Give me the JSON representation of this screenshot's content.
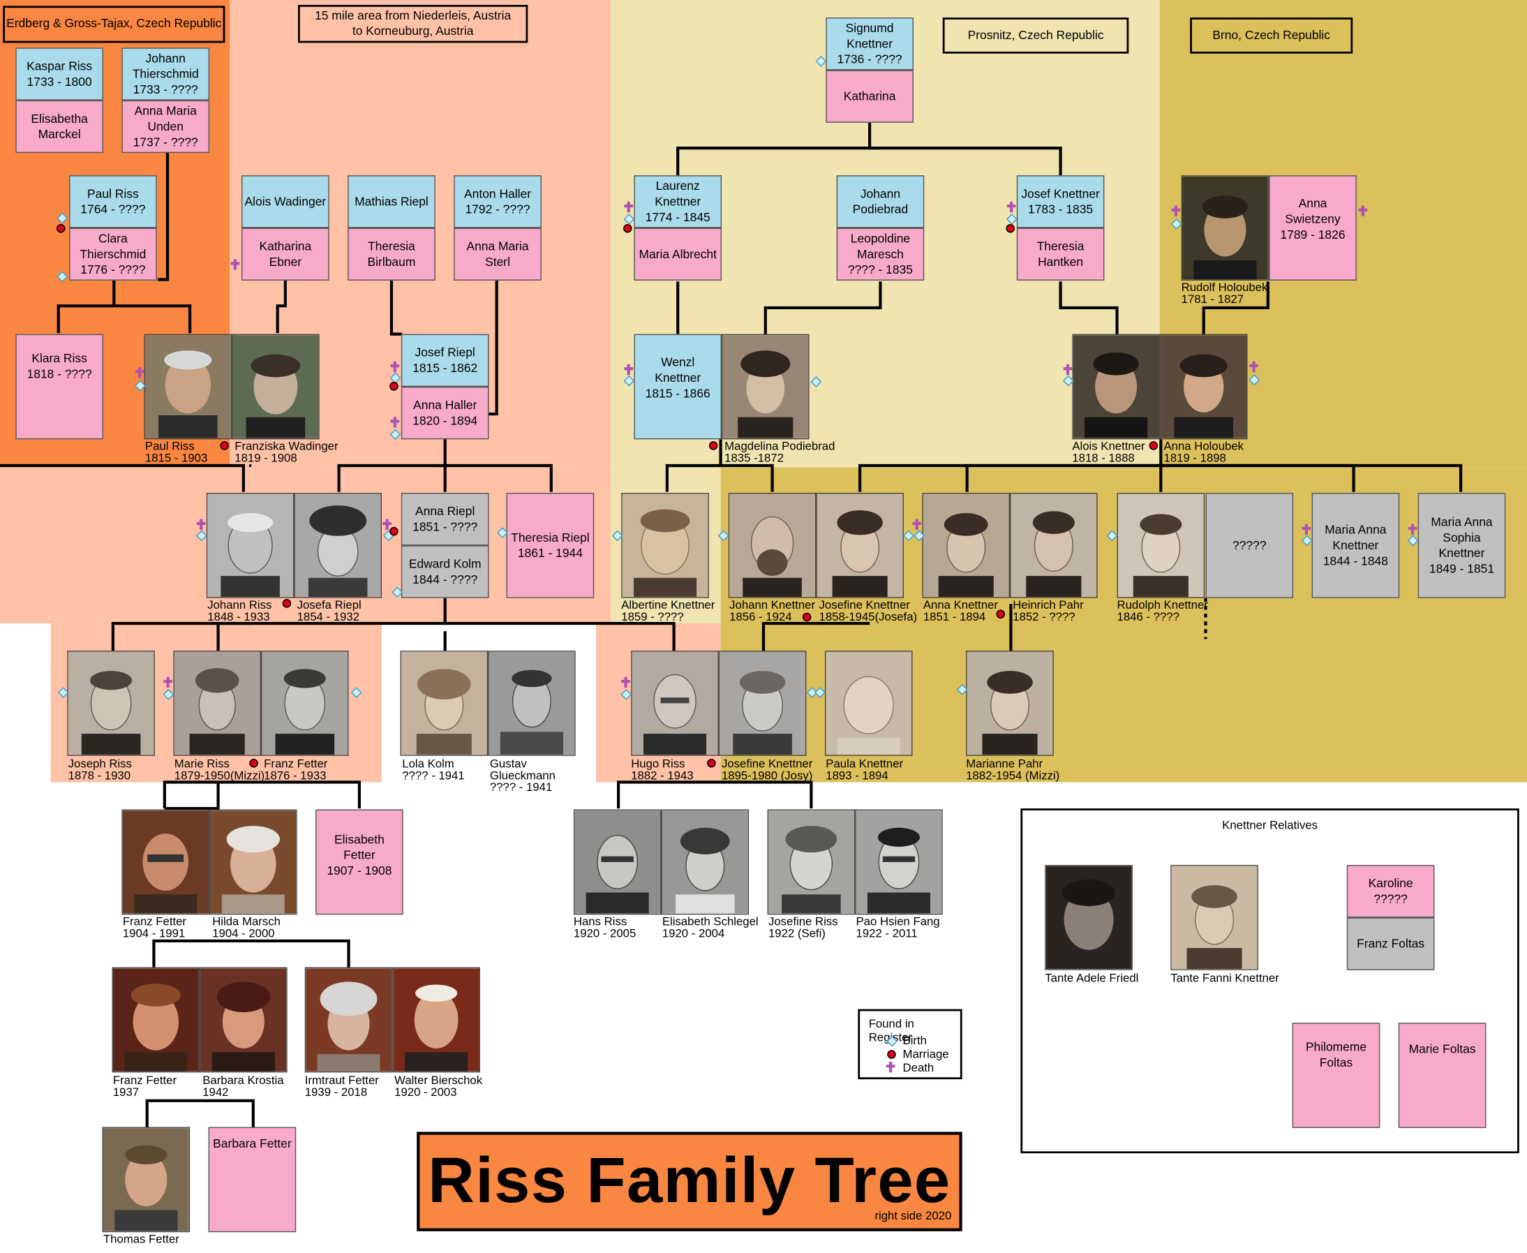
{
  "title": "Riss Family Tree",
  "subtitle": "right side  2020",
  "colors": {
    "male": "#a9dbea",
    "female": "#f8aacb",
    "unknown": "#c0c0c0",
    "erdberg": "#f98641",
    "niederleis": "#ffc2a7",
    "prosnitz": "#f0e4b0",
    "brno": "#dcc05b"
  },
  "regions": {
    "erdberg": "Erdberg & Gross-Tajax, Czech Republic",
    "niederleis": "15 mile area from Niederleis, Austria\nto Korneuburg, Austria",
    "prosnitz": "Prosnitz, Czech Republic",
    "brno": "Brno, Czech Republic"
  },
  "boxes": {
    "kaspar": "Kaspar Riss\n1733 - 1800",
    "elisabetha": "Elisabetha\nMarckel",
    "johann_t": "Johann\nThierschmid\n1733 - ????",
    "anna_unden": "Anna Maria\nUnden\n1737 - ????",
    "paul1764": "Paul Riss\n1764 - ????",
    "clara": "Clara\nThierschmid\n1776 - ????",
    "klara": "Klara Riss\n1818 - ????",
    "alois_w": "Alois Wadinger",
    "katharina_e": "Katharina\nEbner",
    "mathias": "Mathias Riepl",
    "theresia_b": "Theresia\nBirlbaum",
    "anton": "Anton Haller\n1792 - ????",
    "anna_sterl": "Anna Maria\nSterl",
    "josef_riepl": "Josef Riepl\n1815 - 1862",
    "anna_haller": "Anna Haller\n1820 - 1894",
    "anna_riepl": "Anna Riepl\n1851 - ????",
    "edward": "Edward Kolm\n1844 - ????",
    "theresia_riepl": "Theresia Riepl\n1861 - 1944",
    "elisabeth_fetter": "Elisabeth Fetter\n1907 - 1908",
    "barbara_fetter": "Barbara Fetter",
    "signumd": "Signumd\nKnettner\n1736 - ????",
    "katharina": "Katharina",
    "laurenz": "Laurenz\nKnettner\n1774 - 1845",
    "maria_albrecht": "Maria Albrecht",
    "johann_p": "Johann\nPodiebrad",
    "leopoldine": "Leopoldine\nMaresch\n???? - 1835",
    "josef_k": "Josef Knettner\n1783 - 1835",
    "theresia_h": "Theresia\nHantken",
    "anna_swietzeny": "Anna Swietzeny\n1789 - 1826",
    "wenzl": "Wenzl Knettner\n1815 - 1866",
    "unknown": "?????",
    "maria_anna1": "Maria Anna\nKnettner\n1844 - 1848",
    "maria_anna2": "Maria Anna\nSophia\nKnettner\n1849 - 1851",
    "karoline": "Karoline ?????",
    "franz_foltas": "Franz Foltas",
    "philomeme": "Philomeme\nFoltas",
    "marie_foltas": "Marie Foltas"
  },
  "captions": {
    "paul1815": "Paul Riss\n1815 - 1903",
    "franziska": "Franziska Wadinger\n1819 - 1908",
    "magdelina": "Magdelina Podiebrad\n1835 -1872",
    "alois_k": "Alois Knettner\n1818 - 1888",
    "anna_holoubek": "Anna Holoubek\n1819 - 1898",
    "rudolf_h": "Rudolf Holoubek\n1781 - 1827",
    "johann_riss": "Johann Riss\n1848 - 1933",
    "josefa": "Josefa Riepl\n1854 - 1932",
    "albertine": "Albertine Knettner\n1859 - ????",
    "johann_k": "Johann Knettner\n1856 - 1924",
    "josefine_k": "Josefine Knettner\n1858-1945(Josefa)",
    "anna_k": "Anna Knettner\n1851 - 1894",
    "heinrich": "Heinrich Pahr\n1852 - ????",
    "rudolph_k": "Rudolph Knettner\n1846 - ????",
    "joseph_riss": "Joseph Riss\n1878 - 1930",
    "marie_riss": "Marie Riss\n1879-1950(Mizzi)",
    "franz1876": "Franz Fetter\n1876 - 1933",
    "lola": "Lola Kolm\n???? - 1941",
    "gustav": "Gustav\nGlueckmann\n???? - 1941",
    "hugo": "Hugo Riss\n1882 - 1943",
    "josefine1895": "Josefine Knettner\n1895-1980 (Josy)",
    "paula": "Paula Knettner\n1893 - 1894",
    "marianne": "Marianne Pahr\n1882-1954 (Mizzi)",
    "franz1904": "Franz Fetter\n1904 - 1991",
    "hilda": "Hilda Marsch\n1904 - 2000",
    "hans": "Hans Riss\n1920 - 2005",
    "elisabeth_s": "Elisabeth Schlegel\n1920 - 2004",
    "josefine_riss": "Josefine Riss\n1922   (Sefi)",
    "pao": "Pao Hsien Fang\n1922 - 2011",
    "franz1937": "Franz Fetter\n1937",
    "barbara_k": "Barbara Krostia\n1942",
    "irmtraut": "Irmtraut Fetter\n1939 - 2018",
    "walter": "Walter Bierschok\n1920 - 2003",
    "thomas": "Thomas Fetter",
    "adele": "Tante Adele Friedl",
    "fanni": "Tante Fanni Knettner"
  },
  "legend": {
    "title": "Found in Register",
    "birth": "Birth",
    "marriage": "Marriage",
    "death": "Death"
  },
  "relatives_title": "Knettner Relatives"
}
